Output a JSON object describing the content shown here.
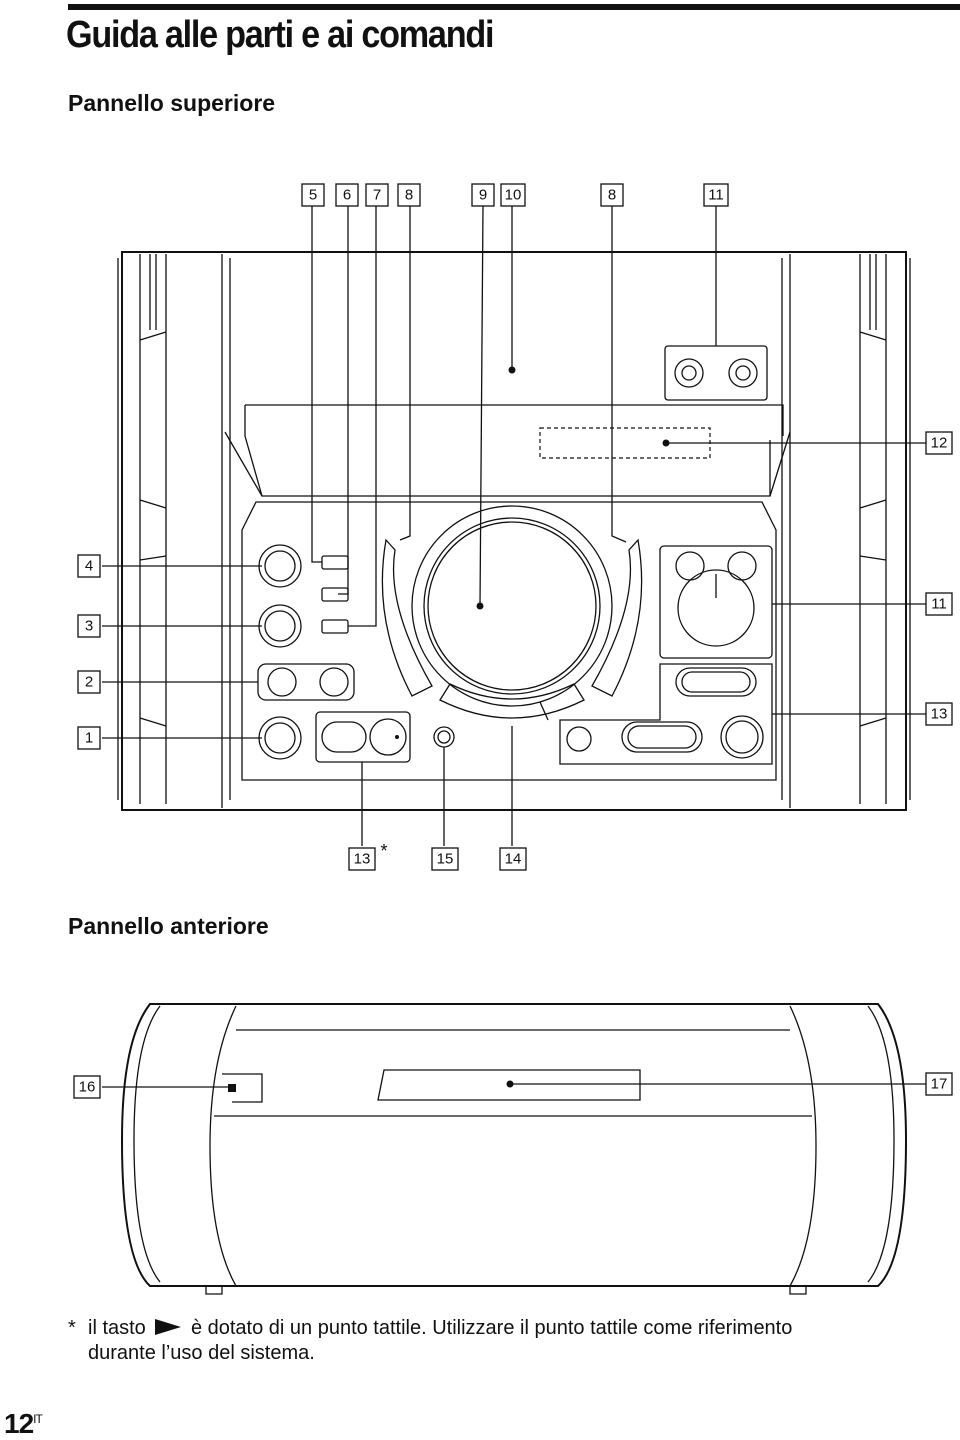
{
  "title": "Guida alle parti e ai comandi",
  "sections": {
    "top": "Pannello superiore",
    "front": "Pannello anteriore"
  },
  "top_panel_callouts": [
    "5",
    "6",
    "7",
    "8",
    "9",
    "10",
    "8",
    "11",
    "12",
    "4",
    "11",
    "3",
    "2",
    "13",
    "1",
    "13",
    "15",
    "14"
  ],
  "top_panel_asterisk": "*",
  "front_panel_callouts": [
    "16",
    "17"
  ],
  "footnote": {
    "star": "*",
    "text_before": "il tasto",
    "icon": "play-icon",
    "text_after": "è dotato di un punto tattile. Utilizzare il punto tattile come riferimento",
    "line2": "durante l’uso del sistema."
  },
  "page": {
    "number": "12",
    "lang": "IT"
  }
}
